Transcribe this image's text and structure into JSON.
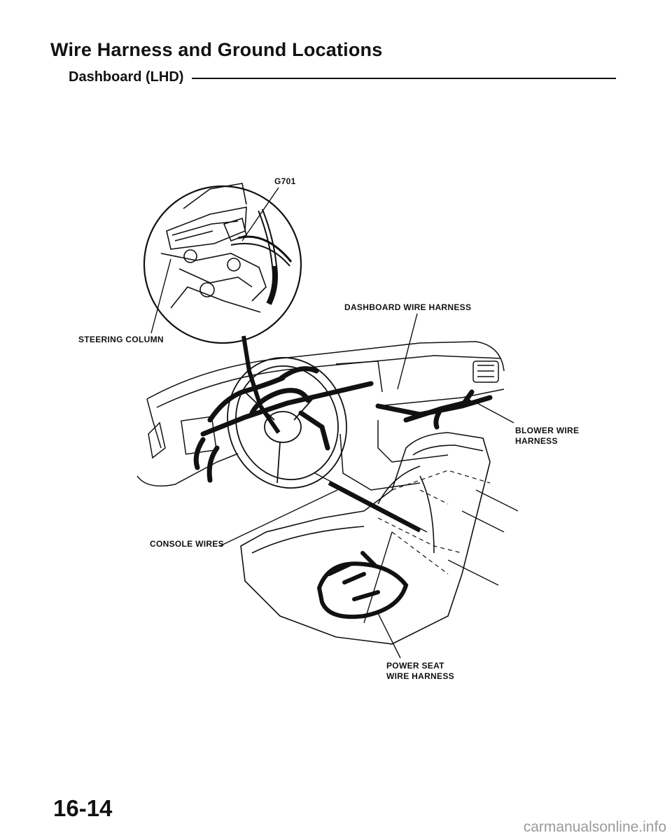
{
  "header": {
    "title": "Wire Harness and Ground Locations",
    "subtitle": "Dashboard (LHD)"
  },
  "labels": {
    "g701": "G701",
    "steering_column": "STEERING COLUMN",
    "dashboard_wire_harness": "DASHBOARD WIRE HARNESS",
    "blower_wire_harness_line1": "BLOWER WIRE",
    "blower_wire_harness_line2": "HARNESS",
    "console_wires": "CONSOLE WIRES",
    "power_seat_line1": "POWER SEAT",
    "power_seat_line2": "WIRE HARNESS"
  },
  "footer": {
    "page_number": "16-14",
    "watermark": "carmanualsonline.info"
  }
}
